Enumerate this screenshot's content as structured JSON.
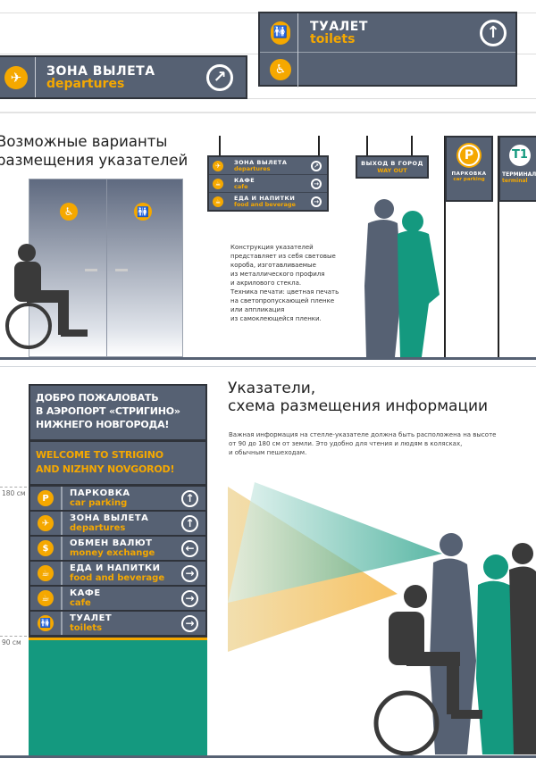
{
  "top_signs": {
    "departures": {
      "ru": "ЗОНА ВЫЛЕТА",
      "en": "departures",
      "icon": "plane-icon",
      "arrow": "↗"
    },
    "toilets": {
      "ru": "ТУАЛЕТ",
      "en": "toilets",
      "icon": "toilets-icon",
      "arrow": "↑"
    },
    "accessible": {
      "icon": "wheelchair-icon"
    }
  },
  "section1": {
    "title_line1": "Возможные варианты",
    "title_line2": "размещения указателей",
    "hanging_sign": [
      {
        "ru": "ЗОНА ВЫЛЕТА",
        "en": "departures",
        "arrow": "↗"
      },
      {
        "ru": "КАФЕ",
        "en": "cafe",
        "arrow": "→"
      },
      {
        "ru": "ЕДА И НАПИТКИ",
        "en": "food and beverage",
        "arrow": "→"
      }
    ],
    "exit_sign": {
      "ru": "ВЫХОД В ГОРОД",
      "en": "WAY OUT"
    },
    "parking_sign": {
      "symbol": "P",
      "ru": "ПАРКОВКА",
      "en": "car parking"
    },
    "terminal_sign": {
      "symbol": "T1",
      "ru": "ТЕРМИНАЛ",
      "en": "terminal"
    },
    "description": [
      "Конструкция указателей",
      "представляет из себя световые",
      "короба, изготавливаемые",
      "из металлического профиля",
      "и акрилового стекла.",
      "Техника печати: цветная печать",
      "на светопропускающей пленке",
      "или аппликация",
      "из самоклеющейся пленки."
    ]
  },
  "section2": {
    "title_line1": "Указатели,",
    "title_line2": "схема размещения информации",
    "description": [
      "Важная информация на стелле-указателе должна быть расположена на высоте",
      "от 90 до 180 см от земли. Это удобно для чтения и людям в колясках,",
      "и обычным пешеходам."
    ],
    "height_labels": {
      "upper": "180 см",
      "lower": "90 см"
    },
    "stele": {
      "welcome_ru": [
        "ДОБРО ПОЖАЛОВАТЬ",
        "В АЭРОПОРТ «СТРИГИНО»",
        "НИЖНЕГО НОВГОРОДА!"
      ],
      "welcome_en": [
        "WELCOME TO STRIGINO",
        "AND NIZHNY NOVGOROD!"
      ],
      "rows": [
        {
          "ru": "ПАРКОВКА",
          "en": "car parking",
          "icon": "P",
          "arrow": "↑"
        },
        {
          "ru": "ЗОНА ВЫЛЕТА",
          "en": "departures",
          "icon": "✈",
          "arrow": "↑"
        },
        {
          "ru": "ОБМЕН ВАЛЮТ",
          "en": "money exchange",
          "icon": "$",
          "arrow": "←"
        },
        {
          "ru": "ЕДА И НАПИТКИ",
          "en": "food and beverage",
          "icon": "☕",
          "arrow": "→"
        },
        {
          "ru": "КАФЕ",
          "en": "cafe",
          "icon": "☕",
          "arrow": "→"
        },
        {
          "ru": "ТУАЛЕТ",
          "en": "toilets",
          "icon": "🚻",
          "arrow": "→"
        }
      ]
    }
  },
  "colors": {
    "sign": "#566173",
    "accent": "#f5a800",
    "teal": "#14997f",
    "frame": "#2f333a"
  }
}
